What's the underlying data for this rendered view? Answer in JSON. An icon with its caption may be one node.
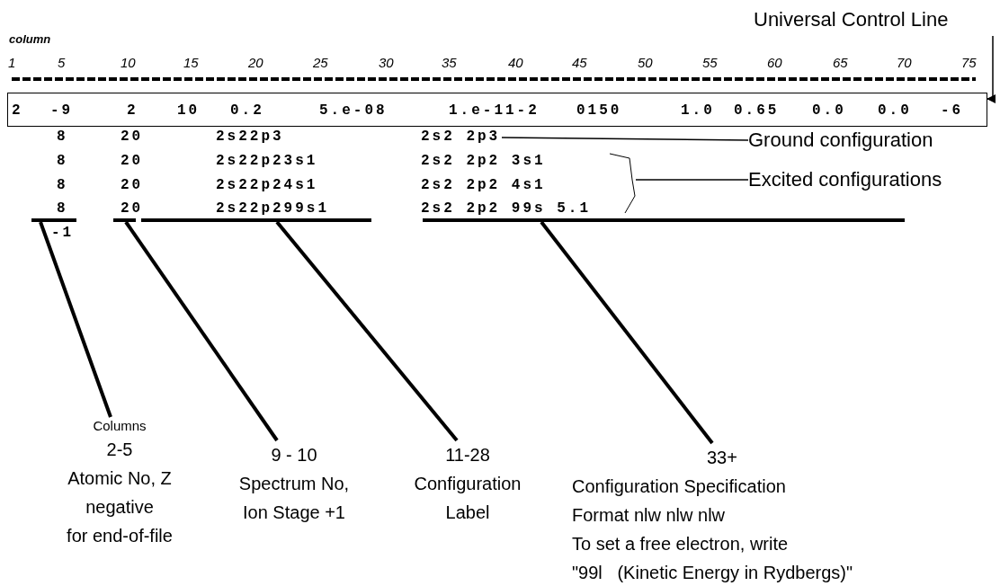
{
  "diagram": {
    "nodes": [
      {
        "text": [
          "Universal Control Line"
        ]
      },
      {
        "text": [
          "2",
          "-9",
          "2",
          "10",
          "0.2",
          "5.e-08",
          "1.e-11-2",
          "0150",
          "1.0",
          "0.65",
          "0.0",
          "0.0",
          "-6"
        ]
      },
      {
        "text": [
          "Ground configuration"
        ]
      },
      {
        "text": [
          "Excited configurations"
        ]
      },
      {
        "text": [],
        "shape": "brace"
      },
      {
        "text": [],
        "shape": "bar"
      },
      {
        "text": [],
        "shape": "bar"
      },
      {
        "text": [],
        "shape": "bar"
      },
      {
        "text": [],
        "shape": "bar"
      },
      {
        "text": [
          "Columns",
          "2-5",
          "Atomic No, Z",
          "negative",
          "for end-of-file"
        ]
      },
      {
        "text": [
          "9 - 10",
          "Spectrum No, Ion Stage +1"
        ]
      },
      {
        "text": [
          "11-28",
          "Configuration Label"
        ]
      },
      {
        "text": [
          "33+",
          "Configuration Specification",
          "Format nlw nlw nlw",
          "To set a free electron, write",
          "\"99l   (Kinetic Energy in Rydbergs)\""
        ]
      },
      {
        "text": [
          "2s2 2p3"
        ]
      }
    ],
    "edges": [
      {
        "from": 0,
        "to": 1,
        "arrow": "to"
      },
      {
        "from": 2,
        "to": 13,
        "arrow": "none"
      },
      {
        "from": 3,
        "to": 4,
        "arrow": "none"
      },
      {
        "from": 9,
        "to": 5,
        "arrow": "none"
      },
      {
        "from": 10,
        "to": 6,
        "arrow": "none"
      },
      {
        "from": 11,
        "to": 7,
        "arrow": "none"
      },
      {
        "from": 12,
        "to": 8,
        "arrow": "none"
      }
    ],
    "labels": [
      "column",
      "1",
      "5",
      "10",
      "15",
      "20",
      "25",
      "30",
      "35",
      "40",
      "45",
      "50",
      "55",
      "60",
      "65",
      "70",
      "75",
      "8",
      "20",
      "2s22p3",
      "8",
      "20",
      "2s22p23s1",
      "2s2 2p2 3s1",
      "8",
      "20",
      "2s22p24s1",
      "2s2 2p2 4s1",
      "8",
      "20",
      "2s22p299s1",
      "2s2 2p2 99s 5.1",
      "-1"
    ]
  }
}
